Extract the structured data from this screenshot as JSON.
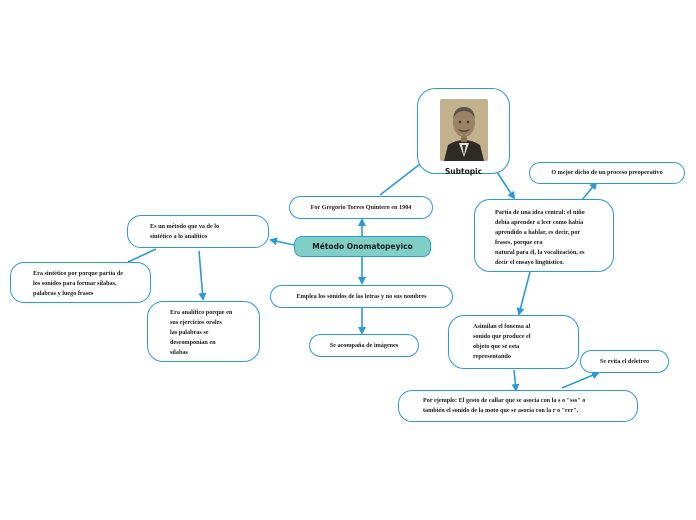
{
  "colors": {
    "line": "#2c9ad6",
    "center_fill": "#7fcfc6",
    "node_fill": "#ffffff"
  },
  "central": "Método Onomatopeyico",
  "subtopic": {
    "label": "Subtopic",
    "image": "portrait-photo"
  },
  "nodes": {
    "author": "For Gregorio Torres Quintero en 1904",
    "sounds": "Emplea los sonidos de las letras y no sus nombres",
    "images": "Se acompaña de imágenes",
    "method": "Es un método que va de lo\nsintético a lo analítico",
    "synthetic": "Era sintético por porque partía de\nlos sonidos para formar sílabas,\npalabras y luego frases",
    "analytic": "Era analítico porque en\nsus ejercicios orales\nlas palabras se\ndescomponían en\nsílabas",
    "idea": "Partía de una idea central: el niño\ndebía aprender a leer como había\naprendido a hablar, es decir, por\nfrases, porque era\nnatural para él, la vocalización, es\ndecir el ensayo lingüístico.",
    "preparatory": "O mejor dicho de un proceso preoperativo",
    "phoneme": "Asimilan el fonema al\nsonido que produce el\nobjeto que se esta\nrepresentando",
    "spelling": "Se evita el deletreo",
    "example": "Por ejemplo: El gesto de callar que se asocia con la s o \"sss\" o\ntambién el sonido de la moto que se asocia con la r o \"rrr\"."
  }
}
